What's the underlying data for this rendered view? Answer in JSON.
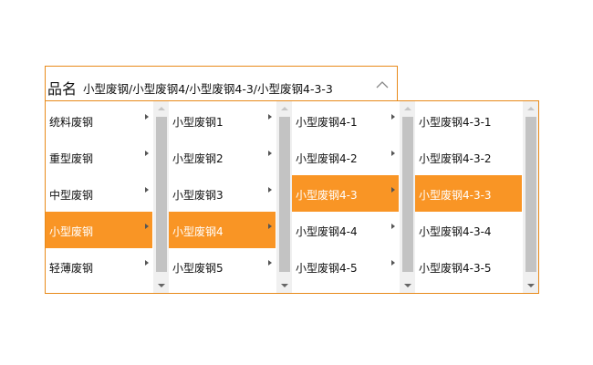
{
  "field": {
    "label": "品名",
    "value": "小型废钢/小型废钢4/小型废钢4-3/小型废钢4-3-3",
    "expanded_icon": "chevron-up-icon"
  },
  "theme": {
    "accent": "#f99525",
    "border": "#e88a1a",
    "scroll_thumb": "#c3c3c3",
    "scroll_track": "#f0f0f0"
  },
  "columns": [
    {
      "items": [
        {
          "label": "统料废钢",
          "selected": false
        },
        {
          "label": "重型废钢",
          "selected": false
        },
        {
          "label": "中型废钢",
          "selected": false
        },
        {
          "label": "小型废钢",
          "selected": true
        },
        {
          "label": "轻薄废钢",
          "selected": false
        }
      ]
    },
    {
      "items": [
        {
          "label": "小型废钢1",
          "selected": false
        },
        {
          "label": "小型废钢2",
          "selected": false
        },
        {
          "label": "小型废钢3",
          "selected": false
        },
        {
          "label": "小型废钢4",
          "selected": true
        },
        {
          "label": "小型废钢5",
          "selected": false
        }
      ]
    },
    {
      "items": [
        {
          "label": "小型废钢4-1",
          "selected": false
        },
        {
          "label": "小型废钢4-2",
          "selected": false
        },
        {
          "label": "小型废钢4-3",
          "selected": true
        },
        {
          "label": "小型废钢4-4",
          "selected": false
        },
        {
          "label": "小型废钢4-5",
          "selected": false
        }
      ]
    },
    {
      "items": [
        {
          "label": "小型废钢4-3-1",
          "selected": false
        },
        {
          "label": "小型废钢4-3-2",
          "selected": false
        },
        {
          "label": "小型废钢4-3-3",
          "selected": true
        },
        {
          "label": "小型废钢4-3-4",
          "selected": false
        },
        {
          "label": "小型废钢4-3-5",
          "selected": false
        }
      ]
    }
  ]
}
